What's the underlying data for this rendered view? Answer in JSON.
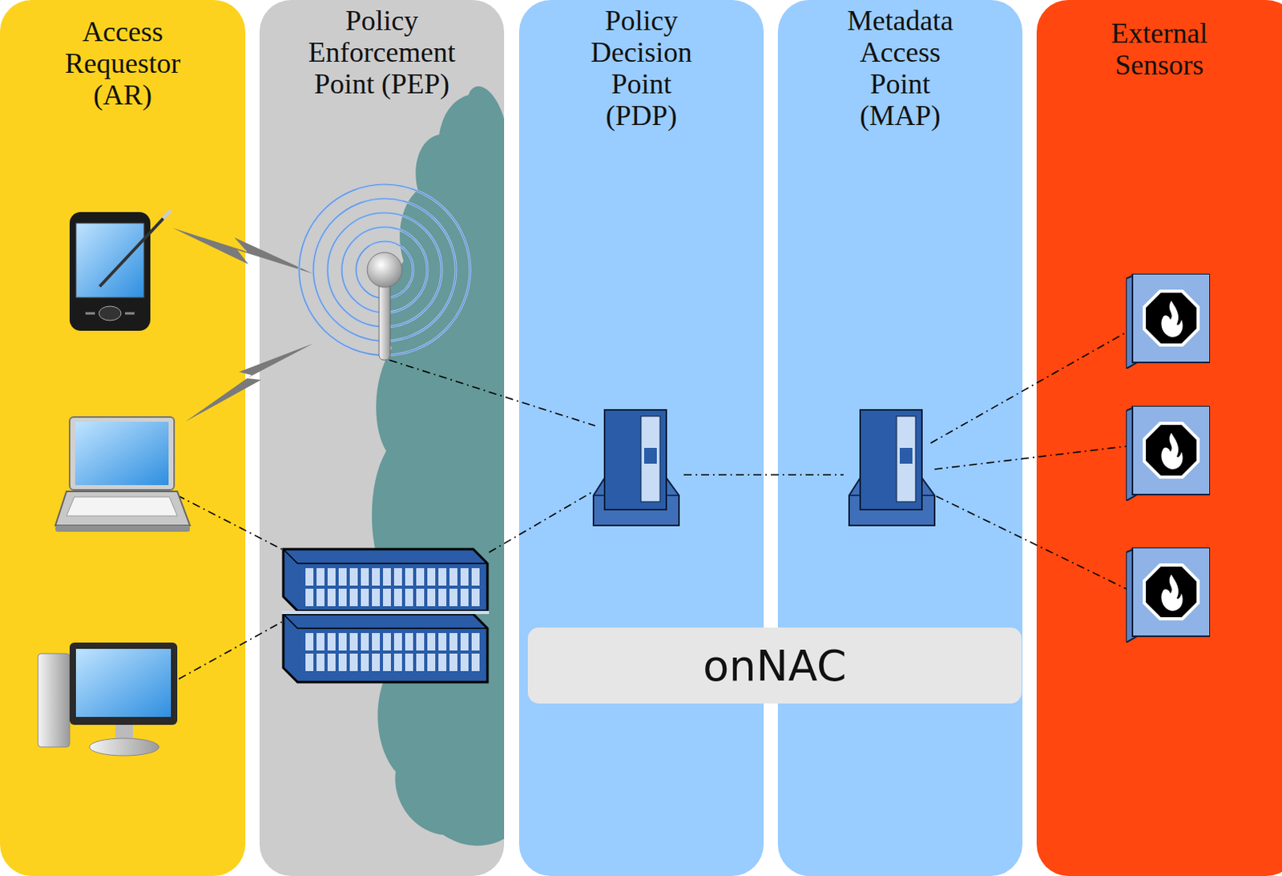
{
  "diagram": {
    "nodes": [
      {
        "text": [
          "Access Requestor (AR)"
        ]
      },
      {
        "text": [
          "Policy Enforcement Point (PEP)"
        ]
      },
      {
        "text": [
          "Policy Decision Point (PDP)"
        ]
      },
      {
        "text": [
          "Metadata Access Point (MAP)"
        ]
      },
      {
        "text": [
          "External Sensors"
        ]
      },
      {
        "text": [
          "onNAC"
        ]
      }
    ]
  }
}
